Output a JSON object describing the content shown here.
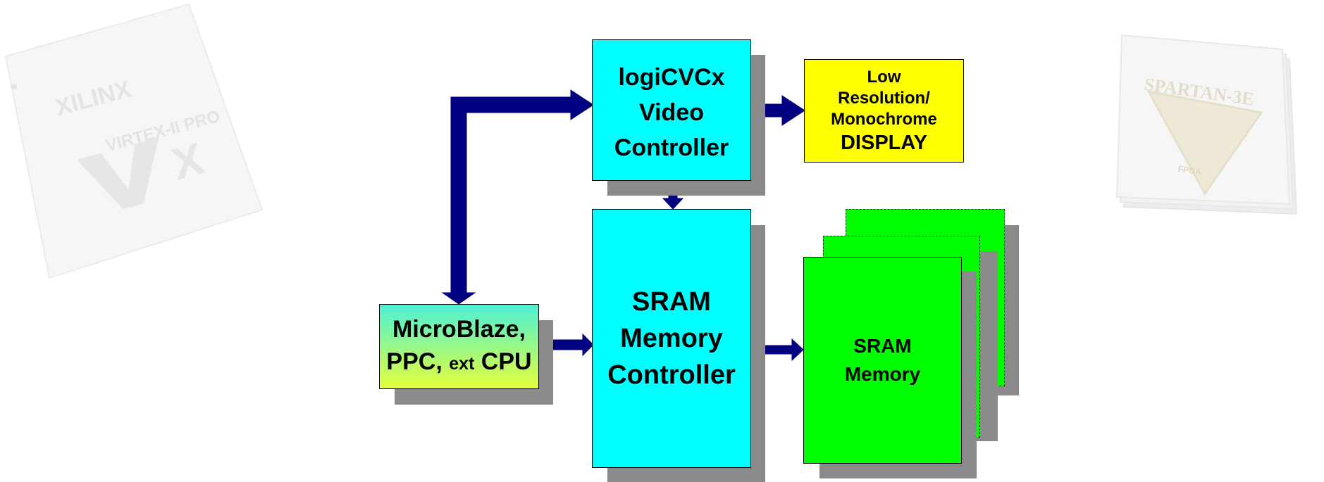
{
  "logos": {
    "left": {
      "brand": "XILINX",
      "product": "VIRTEX-II PRO",
      "badge": "X"
    },
    "right": {
      "product": "SPARTAN-3E",
      "badge": "FPGA"
    }
  },
  "blocks": {
    "video_controller": {
      "lines": [
        "logiCVCx",
        "Video",
        "Controller"
      ]
    },
    "display": {
      "lines": [
        "Low",
        "Resolution/",
        "Monochrome",
        "DISPLAY"
      ]
    },
    "cpu": {
      "line1": "MicroBlaze,",
      "line2_a": "PPC, ",
      "line2_b": "ext",
      "line2_c": " CPU"
    },
    "memory_controller": {
      "lines": [
        "SRAM",
        "Memory",
        "Controller"
      ]
    },
    "memory": {
      "lines": [
        "SRAM",
        "Memory"
      ]
    }
  },
  "colors": {
    "cyan_block": "#00ffff",
    "yellow_block": "#ffff00",
    "green_block": "#00ff00",
    "cpu_gradient_top": "#4cf0d6",
    "cpu_gradient_bottom": "#e6ff3c",
    "arrow": "#000080",
    "shadow": "#8a8a8a"
  }
}
